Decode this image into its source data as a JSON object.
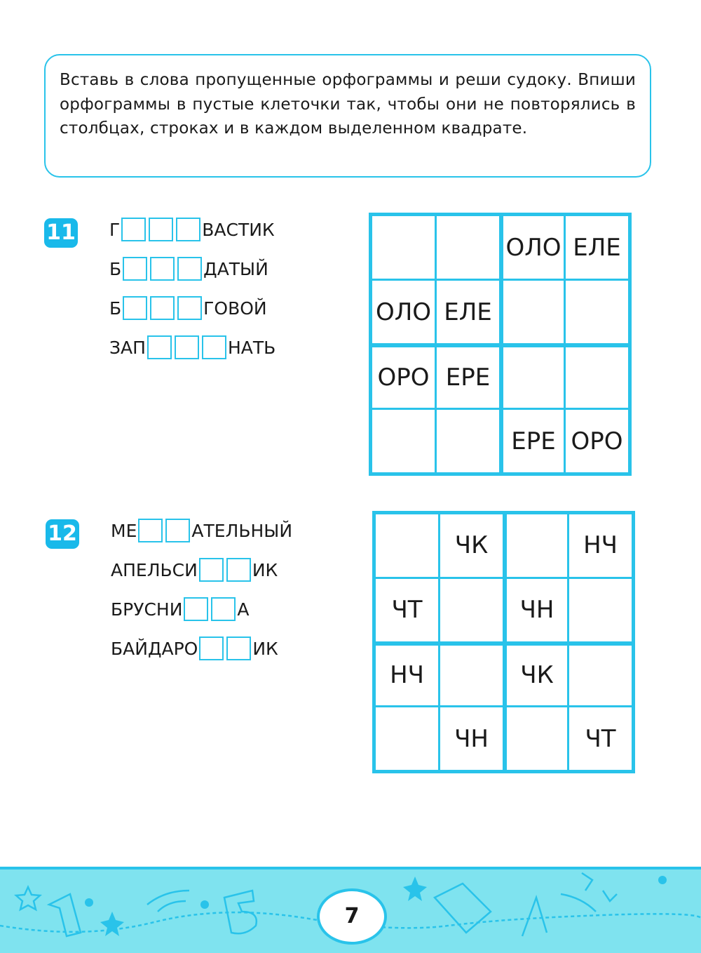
{
  "task_text": "Вставь в слова пропущенные орфограммы и реши судоку. Впиши орфограммы в пустые клеточки так, чтобы они не повторялись в столбцах, строках и в каждом выделенном квадрате.",
  "exercises": [
    {
      "number": "11",
      "words": [
        {
          "prefix": "Г",
          "boxes": 3,
          "suffix": "ВАСТИК"
        },
        {
          "prefix": "Б",
          "boxes": 3,
          "suffix": "ДАТЫЙ"
        },
        {
          "prefix": "Б",
          "boxes": 3,
          "suffix": "ГОВОЙ"
        },
        {
          "prefix": "ЗАП",
          "boxes": 3,
          "suffix": "НАТЬ"
        }
      ],
      "sudoku": [
        [
          "",
          "",
          "ОЛО",
          "ЕЛЕ"
        ],
        [
          "ОЛО",
          "ЕЛЕ",
          "",
          ""
        ],
        [
          "ОРО",
          "ЕРЕ",
          "",
          ""
        ],
        [
          "",
          "",
          "ЕРЕ",
          "ОРО"
        ]
      ]
    },
    {
      "number": "12",
      "words": [
        {
          "prefix": "МЕ",
          "boxes": 2,
          "suffix": "АТЕЛЬНЫЙ"
        },
        {
          "prefix": "АПЕЛЬСИ",
          "boxes": 2,
          "suffix": "ИК"
        },
        {
          "prefix": "БРУСНИ",
          "boxes": 2,
          "suffix": "А"
        },
        {
          "prefix": "БАЙДАРО",
          "boxes": 2,
          "suffix": "ИК"
        }
      ],
      "sudoku": [
        [
          "",
          "ЧК",
          "",
          "НЧ"
        ],
        [
          "ЧТ",
          "",
          "ЧН",
          ""
        ],
        [
          "НЧ",
          "",
          "ЧК",
          ""
        ],
        [
          "",
          "ЧН",
          "",
          "ЧТ"
        ]
      ]
    }
  ],
  "page_number": "7",
  "colors": {
    "accent": "#29c3ea",
    "footer_bg": "#7fe3ef"
  }
}
